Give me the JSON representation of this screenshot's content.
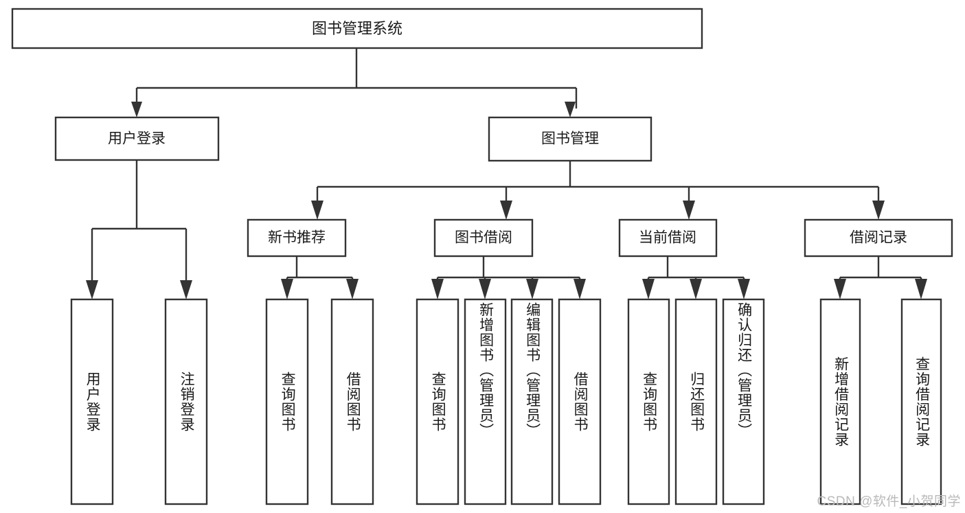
{
  "diagram": {
    "type": "tree",
    "title": "图书管理系统",
    "watermark": "CSDN @软件_小贺同学",
    "root": {
      "id": "root",
      "label": "图书管理系统",
      "orientation": "horizontal"
    },
    "level2": [
      {
        "id": "user-login",
        "label": "用户登录",
        "orientation": "horizontal"
      },
      {
        "id": "book-manage",
        "label": "图书管理",
        "orientation": "horizontal"
      }
    ],
    "level3": [
      {
        "id": "new-book-recommend",
        "label": "新书推荐",
        "parent": "book-manage",
        "orientation": "horizontal"
      },
      {
        "id": "book-borrow",
        "label": "图书借阅",
        "parent": "book-manage",
        "orientation": "horizontal"
      },
      {
        "id": "current-borrow",
        "label": "当前借阅",
        "parent": "book-manage",
        "orientation": "horizontal"
      },
      {
        "id": "borrow-record",
        "label": "借阅记录",
        "parent": "book-manage",
        "orientation": "horizontal"
      }
    ],
    "leaves": [
      {
        "id": "leaf-user-login",
        "label": "用户登录",
        "parent": "user-login",
        "orientation": "vertical"
      },
      {
        "id": "leaf-logout-login",
        "label": "注销登录",
        "parent": "user-login",
        "orientation": "vertical"
      },
      {
        "id": "leaf-query-book-1",
        "label": "查询图书",
        "parent": "new-book-recommend",
        "orientation": "vertical"
      },
      {
        "id": "leaf-borrow-book-1",
        "label": "借阅图书",
        "parent": "new-book-recommend",
        "orientation": "vertical"
      },
      {
        "id": "leaf-query-book-2",
        "label": "查询图书",
        "parent": "book-borrow",
        "orientation": "vertical"
      },
      {
        "id": "leaf-add-book",
        "label": "新增图书（管理员）",
        "parent": "book-borrow",
        "orientation": "vertical"
      },
      {
        "id": "leaf-edit-book",
        "label": "编辑图书（管理员）",
        "parent": "book-borrow",
        "orientation": "vertical"
      },
      {
        "id": "leaf-borrow-book-2",
        "label": "借阅图书",
        "parent": "book-borrow",
        "orientation": "vertical"
      },
      {
        "id": "leaf-query-book-3",
        "label": "查询图书",
        "parent": "current-borrow",
        "orientation": "vertical"
      },
      {
        "id": "leaf-return-book",
        "label": "归还图书",
        "parent": "current-borrow",
        "orientation": "vertical"
      },
      {
        "id": "leaf-confirm-return",
        "label": "确认归还（管理员）",
        "parent": "current-borrow",
        "orientation": "vertical"
      },
      {
        "id": "leaf-add-record",
        "label": "新增借阅记录",
        "parent": "borrow-record",
        "orientation": "vertical"
      },
      {
        "id": "leaf-query-record",
        "label": "查询借阅记录",
        "parent": "borrow-record",
        "orientation": "vertical"
      }
    ],
    "colors": {
      "box_stroke": "#333333",
      "box_fill": "#ffffff",
      "text": "#1a1a1a",
      "connector": "#333333",
      "watermark": "#b9b9b9",
      "background": "#ffffff"
    }
  }
}
